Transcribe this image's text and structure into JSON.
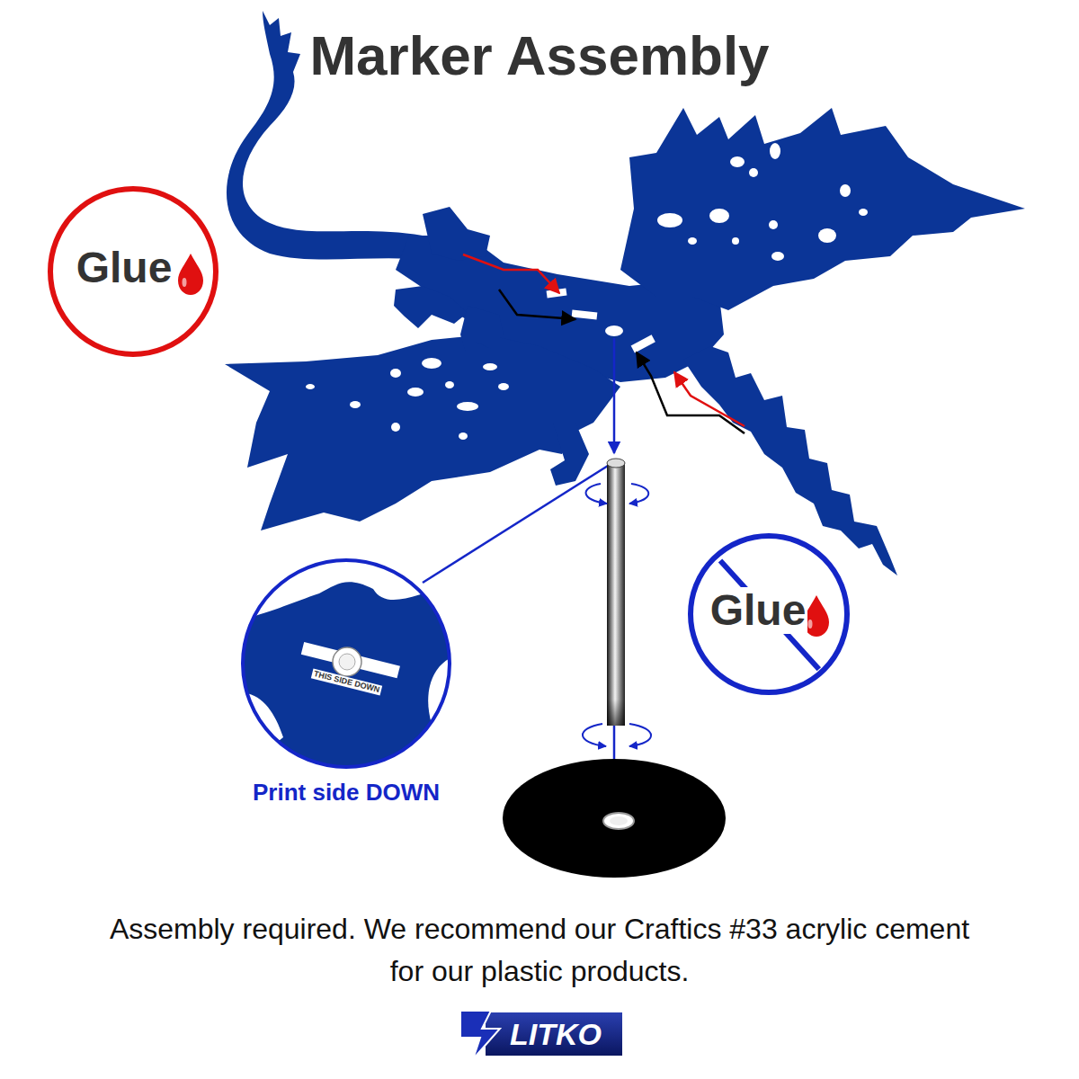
{
  "diagram": {
    "title": "Marker Assembly",
    "caption": "Assembly required. We recommend our Craftics #33 acrylic cement for our plastic products.",
    "nodes": [
      {
        "text": [
          "Glue"
        ]
      },
      {
        "text": [
          "Glue"
        ]
      },
      {
        "text": [
          "THIS SIDE DOWN",
          "Print side DOWN"
        ]
      }
    ],
    "labels": [
      "LITKO"
    ]
  }
}
